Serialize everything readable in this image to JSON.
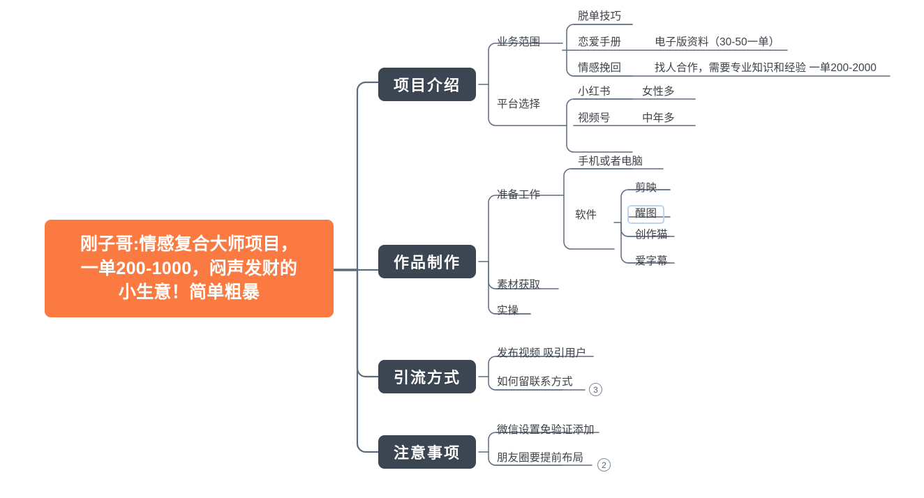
{
  "meta": {
    "view": "mindmap",
    "background": "#ffffff",
    "root_color": "#fa7a41",
    "branch_color": "#3b4652",
    "line_color": "#5d6b7c",
    "text_color": "#3f4248",
    "selection_color": "#bcd5ef"
  },
  "root": {
    "text": "刚子哥:情感复合大师项目，\n一单200-1000，闷声发财的\n小生意！简单粗暴"
  },
  "branches": [
    {
      "id": "b1",
      "label": "项目介绍"
    },
    {
      "id": "b2",
      "label": "作品制作"
    },
    {
      "id": "b3",
      "label": "引流方式"
    },
    {
      "id": "b4",
      "label": "注意事项"
    }
  ],
  "nodes": {
    "yewufanwei": "业务范围",
    "tuodanjiqiao": "脱单技巧",
    "lianaishouce": "恋爱手册",
    "lianaishouce_note": "电子版资料（30-50一单）",
    "qingganwanhui": "情感挽回",
    "qingganwanhui_note": "找人合作，需要专业知识和经验 一单200-2000",
    "pingtaixuanze": "平台选择",
    "xiaohongshu": "小红书",
    "xiaohongshu_note": "女性多",
    "shipinhao": "视频号",
    "shipinhao_note": "中年多",
    "zhunbeigongzuo": "准备工作",
    "shoujidiannao": "手机或者电脑",
    "ruanjian": "软件",
    "jianying": "剪映",
    "xingtu": "醒图",
    "chuangzuomao": "创作猫",
    "aizimu": "爱字幕",
    "sucaihuoqu": "素材获取",
    "shicao": "实操",
    "fabushipin": "发布视频 吸引用户",
    "ruheliu": "如何留联系方式",
    "weixin": "微信设置免验证添加",
    "pengyouquan": "朋友圈要提前布局"
  },
  "badges": {
    "yinliu_count": "3",
    "zhuyi_count": "2"
  }
}
